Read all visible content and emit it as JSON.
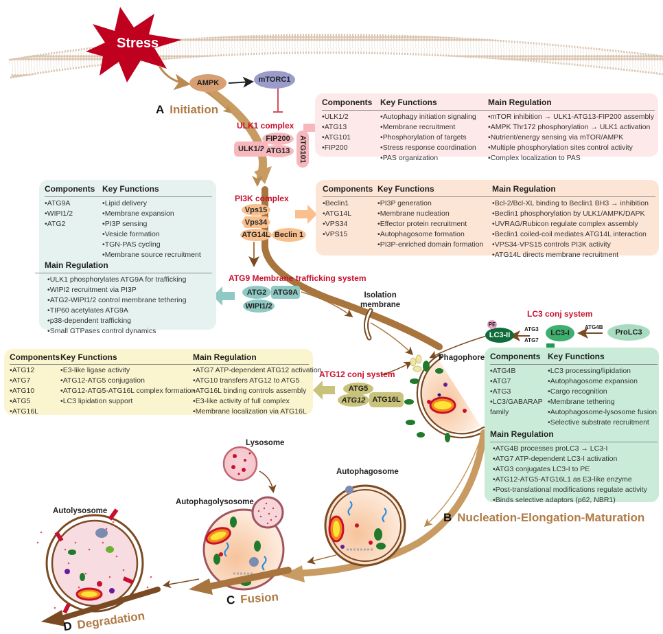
{
  "stress_label": "Stress",
  "signals": {
    "ampk": "AMPK",
    "mtorc1": "mTORC1"
  },
  "stages": {
    "a": {
      "letter": "A",
      "name": "Initiation"
    },
    "b": {
      "letter": "B",
      "name": "Nucleation-Elongation-Maturation"
    },
    "c": {
      "letter": "C",
      "name": "Fusion"
    },
    "d": {
      "letter": "D",
      "name": "Degradation"
    }
  },
  "ulk1": {
    "title": "ULK1 complex",
    "proteins": [
      "ULK1/2",
      "FIP200",
      "ATG13",
      "ATG101"
    ],
    "box": {
      "headers": [
        "Components",
        "Key Functions",
        "Main Regulation"
      ],
      "components": [
        "ULK1/2",
        "ATG13",
        "ATG101",
        "FIP200"
      ],
      "functions": [
        "Autophagy initiation signaling",
        "Membrane recruitment",
        "Phosphorylation of targets",
        "Stress response coordination",
        "PAS organization"
      ],
      "regulation": [
        "mTOR inhibition → ULK1-ATG13-FIP200 assembly",
        "AMPK Thr172 phosphorylation → ULK1 activation",
        "Nutrient/energy sensing via mTOR/AMPK",
        "Multiple phosphorylation sites control activity",
        "Complex localization to PAS"
      ]
    }
  },
  "pi3k": {
    "title": "PI3K complex",
    "proteins": [
      "Vps15",
      "Vps34",
      "ATG14L",
      "Beclin 1"
    ],
    "box": {
      "headers": [
        "Components",
        "Key Functions",
        "Main Regulation"
      ],
      "components": [
        "Beclin1",
        "ATG14L",
        "VPS34",
        "VPS15"
      ],
      "functions": [
        "PI3P generation",
        "Membrane nucleation",
        "Effector protein recruitment",
        "Autophagosome formation",
        "PI3P-enriched domain formation"
      ],
      "regulation": [
        "Bcl-2/Bcl-XL binding to Beclin1 BH3 → inhibition",
        "Beclin1 phosphorylation by ULK1/AMPK/DAPK",
        "UVRAG/Rubicon regulate complex assembly",
        "Beclin1 coiled-coil mediates ATG14L interaction",
        "VPS34-VPS15 controls PI3K activity",
        "ATG14L directs membrane recruitment"
      ]
    }
  },
  "atg9": {
    "title": "ATG9 Membrane trafficking system",
    "proteins": [
      "ATG2",
      "ATG9A",
      "WIPI1/2"
    ],
    "box": {
      "headers": [
        "Components",
        "Key Functions",
        "Main Regulation"
      ],
      "components": [
        "ATG9A",
        "WIPI1/2",
        "ATG2"
      ],
      "functions": [
        "Lipid delivery",
        "Membrane expansion",
        "PI3P sensing",
        "Vesicle formation",
        "TGN-PAS cycling",
        "Membrane source recruitment"
      ],
      "regulation": [
        "ULK1 phosphorylates ATG9A for trafficking",
        "WIPI2 recruitment via PI3P",
        "ATG2-WIPI1/2 control membrane tethering",
        "TIP60 acetylates ATG9A",
        "p38-dependent trafficking",
        "Small GTPases control dynamics"
      ]
    }
  },
  "atg12": {
    "title": "ATG12 conj system",
    "proteins": [
      "ATG5",
      "ATG12",
      "ATG16L"
    ],
    "box": {
      "headers": [
        "Components",
        "Key Functions",
        "Main Regulation"
      ],
      "components": [
        "ATG12",
        "ATG7",
        "ATG10",
        "ATG5",
        "ATG16L"
      ],
      "functions": [
        "E3-like ligase activity",
        "ATG12-ATG5 conjugation",
        "ATG12-ATG5-ATG16L complex formation",
        "LC3 lipidation support"
      ],
      "regulation": [
        "ATG7 ATP-dependent ATG12 activation",
        "ATG10 transfers ATG12 to ATG5",
        "ATG16L binding controls assembly",
        "E3-like activity of full complex",
        "Membrane localization via ATG16L"
      ]
    }
  },
  "lc3": {
    "title": "LC3 conj system",
    "proteins": {
      "lc3ii": "LC3-II",
      "pe": "PE",
      "lc3i": "LC3-I",
      "prolc3": "ProLC3"
    },
    "enzymes": {
      "atg3": "ATG3",
      "atg7": "ATG7",
      "atg4b": "ATG4B"
    },
    "box": {
      "headers": [
        "Components",
        "Key Functions",
        "Main Regulation"
      ],
      "components": [
        "ATG4B",
        "ATG7",
        "ATG3",
        "LC3/GABARAP"
      ],
      "components_cont": "family",
      "functions": [
        "LC3 processing/lipidation",
        "Autophagosome expansion",
        "Cargo recognition",
        "Membrane tethering",
        "Autophagosome-lysosome fusion",
        "Selective substrate recruitment"
      ],
      "regulation": [
        "ATG4B processes proLC3 → LC3-I",
        "ATG7 ATP-dependent LC3-I activation",
        "ATG3 conjugates LC3-I to PE",
        "ATG12-ATG5-ATG16L1 as E3-like enzyme",
        "Post-translational modifications regulate activity",
        "Binds selective adaptors (p62, NBR1)"
      ]
    }
  },
  "structures": {
    "isolation_membrane": "Isolation\nmembrane",
    "isolation_line1": "Isolation",
    "isolation_line2": "membrane",
    "phagophore": "Phagophore",
    "autophagosome": "Autophagosome",
    "lysosome": "Lysosome",
    "autophagolysosome": "Autophagolysosome",
    "autolysosome": "Autolysosome"
  },
  "colors": {
    "pathway_brown": "#b98a52",
    "dark_brown": "#7a4a22",
    "stress_red": "#c0001f",
    "label_red": "#c8102e",
    "ulk_pink": "#f7b8bd",
    "ulk_box": "#fde9e9",
    "pi3k_orange": "#f9c08e",
    "pi3k_box": "#fde5d6",
    "atg9_teal": "#8fc9c4",
    "atg9_box": "#e6f2ef",
    "atg12_olive": "#c9c27a",
    "atg12_box": "#fbf5cf",
    "lc3_green": "#2e9e5f",
    "lc3_box": "#c9ebd7",
    "mtorc1_purple": "#9b9ccc",
    "ampk_tan": "#d79f72"
  }
}
